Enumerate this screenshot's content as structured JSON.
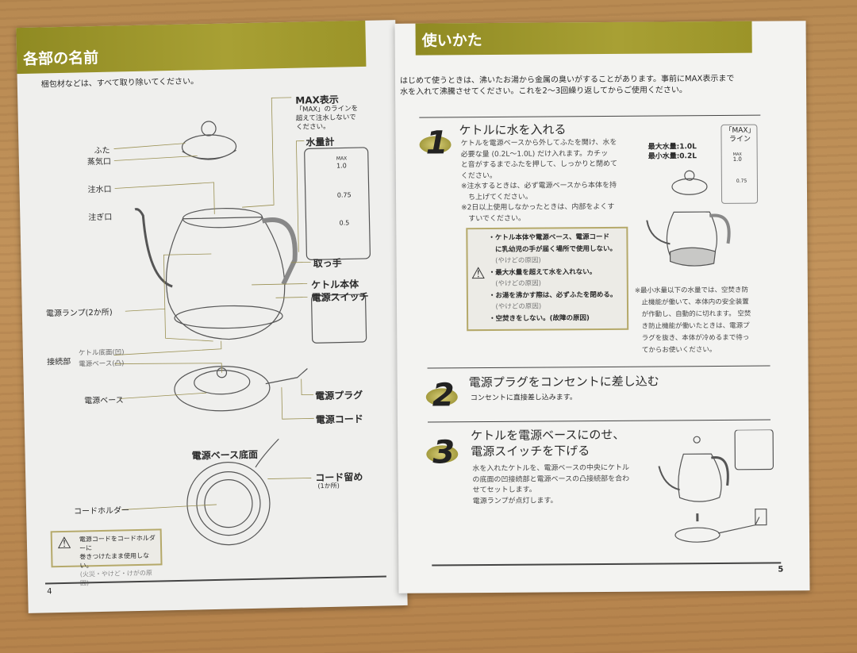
{
  "left_page": {
    "title": "各部の名前",
    "intro": "梱包材などは、すべて取り除いてください。",
    "labels": {
      "max_title": "MAX表示",
      "max_note": [
        "「MAX」のラインを",
        "超えて注水しないで",
        "ください。"
      ],
      "gauge": "水量計",
      "gauge_marks": [
        "MAX",
        "1.0",
        "0.75",
        "0.5"
      ],
      "lid": "ふた",
      "steam": "蒸気口",
      "fill": "注水口",
      "spout": "注ぎ口",
      "handle": "取っ手",
      "body": "ケトル本体",
      "switch": "電源スイッチ",
      "lamp": "電源ランプ(2か所)",
      "connector": "接続部",
      "connector_kettle": "ケトル底面(凹)",
      "connector_base": "電源ベース(凸)",
      "base": "電源ベース",
      "plug": "電源プラグ",
      "cord": "電源コード",
      "base_bottom": "電源ベース底面",
      "cord_clip": "コード留め",
      "cord_clip_note": "(1か所)",
      "cord_holder": "コードホルダー"
    },
    "warning": [
      "電源コードをコードホルダーに",
      "巻きつけたまま使用しない。",
      "(火災・やけど・けがの原因)"
    ],
    "page_number": "4"
  },
  "right_page": {
    "title": "使いかた",
    "intro": [
      "はじめて使うときは、沸いたお湯から金属の臭いがすることがあります。事前にMAX表示まで",
      "水を入れて沸騰させてください。これを2〜3回繰り返してからご使用ください。"
    ],
    "steps": [
      {
        "number": "1",
        "title": "ケトルに水を入れる",
        "body": [
          "ケトルを電源ベースから外してふたを開け、水を",
          "必要な量 (0.2L〜1.0L) だけ入れます。カチッ",
          "と音がするまでふたを押して、しっかりと閉めて",
          "ください。",
          "※注水するときは、必ず電源ベースから本体を持",
          "　ち上げてください。",
          "※2日以上使用しなかったときは、内部をよくす",
          "　すいでください。"
        ]
      },
      {
        "number": "2",
        "title": "電源プラグをコンセントに差し込む",
        "body": [
          "コンセントに直接差し込みます。"
        ]
      },
      {
        "number": "3",
        "title": "ケトルを電源ベースにのせ、\n電源スイッチを下げる",
        "title_lines": [
          "ケトルを電源ベースにのせ、",
          "電源スイッチを下げる"
        ],
        "body": [
          "水を入れたケトルを、電源ベースの中央にケトル",
          "の底面の凹接続部と電源ベースの凸接続部を合わ",
          "せてセットします。",
          "電源ランプが点灯します。"
        ]
      }
    ],
    "warning": [
      "・ケトル本体や電源ベース、電源コード",
      "　に乳幼児の手が届く場所で使用しない。",
      "　(やけどの原因)",
      "・最大水量を超えて水を入れない。",
      "　(やけどの原因)",
      "・お湯を沸かす際は、必ずふたを閉める。",
      "　(やけどの原因)",
      "・空焚きをしない。(故障の原因)"
    ],
    "capacity": [
      "最大水量:1.0L",
      "最小水量:0.2L"
    ],
    "max_line": [
      "「MAX」",
      "ライン"
    ],
    "gauge_marks": [
      "MAX",
      "1.0",
      "0.75"
    ],
    "note": [
      "※最小水量以下の水量では、空焚き防",
      "　止機能が働いて、本体内の安全装置",
      "　が作動し、自動的に切れます。 空焚",
      "　き防止機能が働いたときは、電源プ",
      "　ラグを抜き、本体が冷めるまで待っ",
      "　てからお使いください。"
    ],
    "page_number": "5"
  },
  "colors": {
    "band": "#a39b2e",
    "warning_border": "#b5a96a",
    "wood": "#bb8b55"
  }
}
